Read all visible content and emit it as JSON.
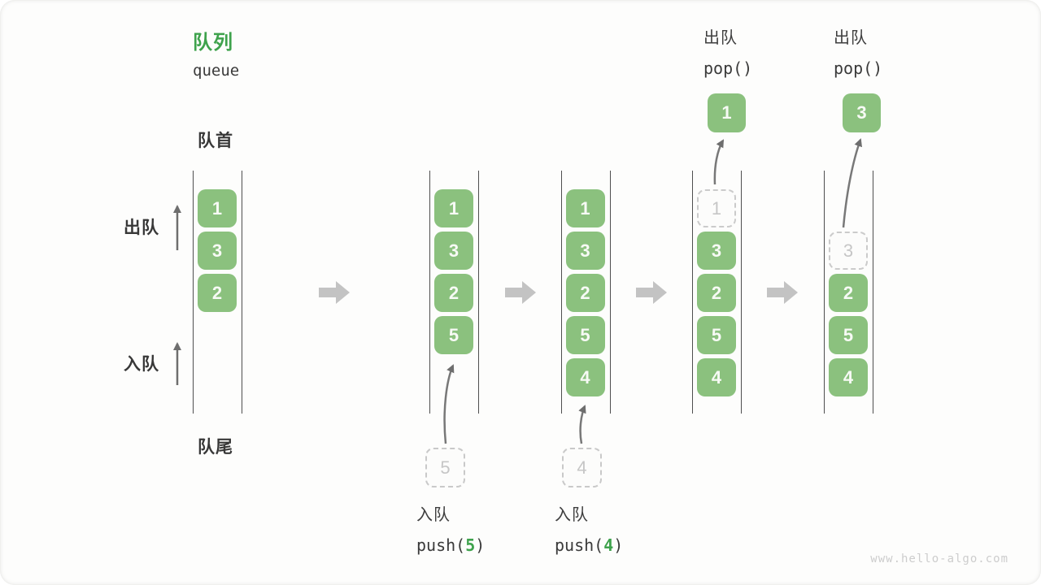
{
  "title": {
    "zh": "队列",
    "en": "queue"
  },
  "side_labels": {
    "front": "队首",
    "rear": "队尾",
    "dequeue": "出队",
    "enqueue": "入队"
  },
  "colors": {
    "accent_green": "#3EA24C",
    "box_green": "#8BC17E",
    "ghost_gray": "#C6C6C6",
    "line_dark": "#4F4F4F",
    "thin_arrow_gray": "#6E6E6E",
    "block_arrow_gray": "#C3C3C3"
  },
  "queue_states": [
    {
      "slots": [
        {
          "value": "1",
          "type": "filled"
        },
        {
          "value": "3",
          "type": "filled"
        },
        {
          "value": "2",
          "type": "filled"
        }
      ]
    },
    {
      "slots": [
        {
          "value": "1",
          "type": "filled"
        },
        {
          "value": "3",
          "type": "filled"
        },
        {
          "value": "2",
          "type": "filled"
        },
        {
          "value": "5",
          "type": "filled"
        }
      ]
    },
    {
      "slots": [
        {
          "value": "1",
          "type": "filled"
        },
        {
          "value": "3",
          "type": "filled"
        },
        {
          "value": "2",
          "type": "filled"
        },
        {
          "value": "5",
          "type": "filled"
        },
        {
          "value": "4",
          "type": "filled"
        }
      ]
    },
    {
      "slots": [
        {
          "value": "1",
          "type": "ghost"
        },
        {
          "value": "3",
          "type": "filled"
        },
        {
          "value": "2",
          "type": "filled"
        },
        {
          "value": "5",
          "type": "filled"
        },
        {
          "value": "4",
          "type": "filled"
        }
      ]
    },
    {
      "slots": [
        {
          "value": "",
          "type": "empty"
        },
        {
          "value": "3",
          "type": "ghost"
        },
        {
          "value": "2",
          "type": "filled"
        },
        {
          "value": "5",
          "type": "filled"
        },
        {
          "value": "4",
          "type": "filled"
        }
      ]
    }
  ],
  "push_ops": [
    {
      "label": "入队",
      "code_pre": "push(",
      "arg": "5",
      "code_suf": ")",
      "staged_value": "5"
    },
    {
      "label": "入队",
      "code_pre": "push(",
      "arg": "4",
      "code_suf": ")",
      "staged_value": "4"
    }
  ],
  "pop_ops": [
    {
      "label": "出队",
      "code": "pop()",
      "popped_value": "1"
    },
    {
      "label": "出队",
      "code": "pop()",
      "popped_value": "3"
    }
  ],
  "watermark": "www.hello-algo.com"
}
